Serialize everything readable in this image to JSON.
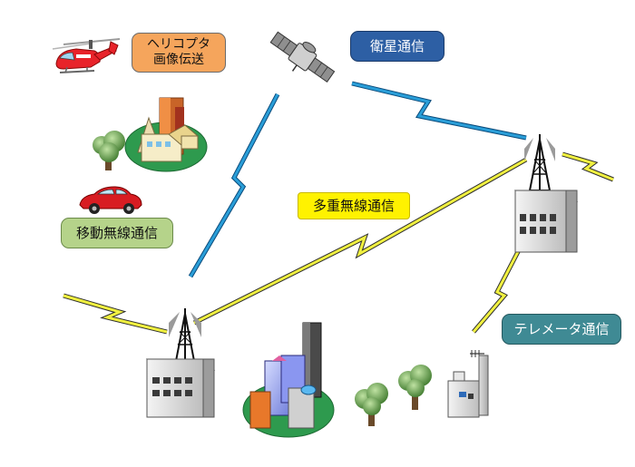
{
  "labels": {
    "helicopter_line1": "ヘリコプタ",
    "helicopter_line2": "画像伝送",
    "satellite": "衛星通信",
    "mobile": "移動無線通信",
    "multiplex": "多重無線通信",
    "telemeter": "テレメータ通信"
  },
  "colors": {
    "helicopter_label_bg": "#f5a55c",
    "satellite_label_bg": "#2d5fa4",
    "mobile_label_bg": "#b5d38a",
    "multiplex_label_bg": "#fff200",
    "telemeter_label_bg": "#3f8a94",
    "radio_link": "#f0f040",
    "satellite_link": "#2a9ed8"
  },
  "icons": [
    "helicopter-icon",
    "satellite-icon",
    "building-icon",
    "tree-icon",
    "car-icon",
    "radio-tower-icon",
    "city-icon",
    "telemeter-station-icon"
  ]
}
